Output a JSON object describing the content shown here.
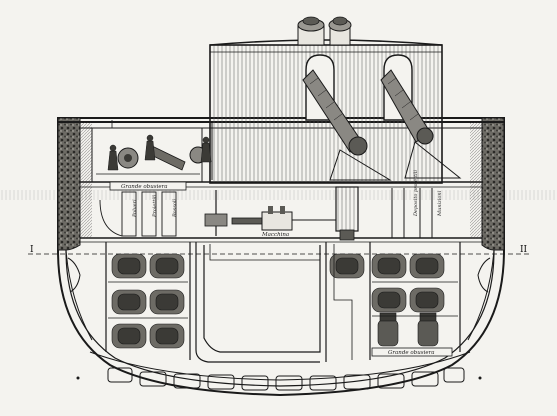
{
  "labels": {
    "left_waterline": "I",
    "right_waterline": "II",
    "upper_magazine": "Grande obusiera",
    "lower_magazine": "Grande obusiera",
    "engine_label": "Macchina",
    "left_vertical_a": "Polveri",
    "left_vertical_b": "Proiettili",
    "left_vertical_c": "Bossoli",
    "right_vertical_a": "Deposito proiettili",
    "right_vertical_b": "Munizioni"
  },
  "colors": {
    "ink": "#1a1a1a",
    "paper": "#f4f3ef",
    "water": "#d9d8d3"
  }
}
